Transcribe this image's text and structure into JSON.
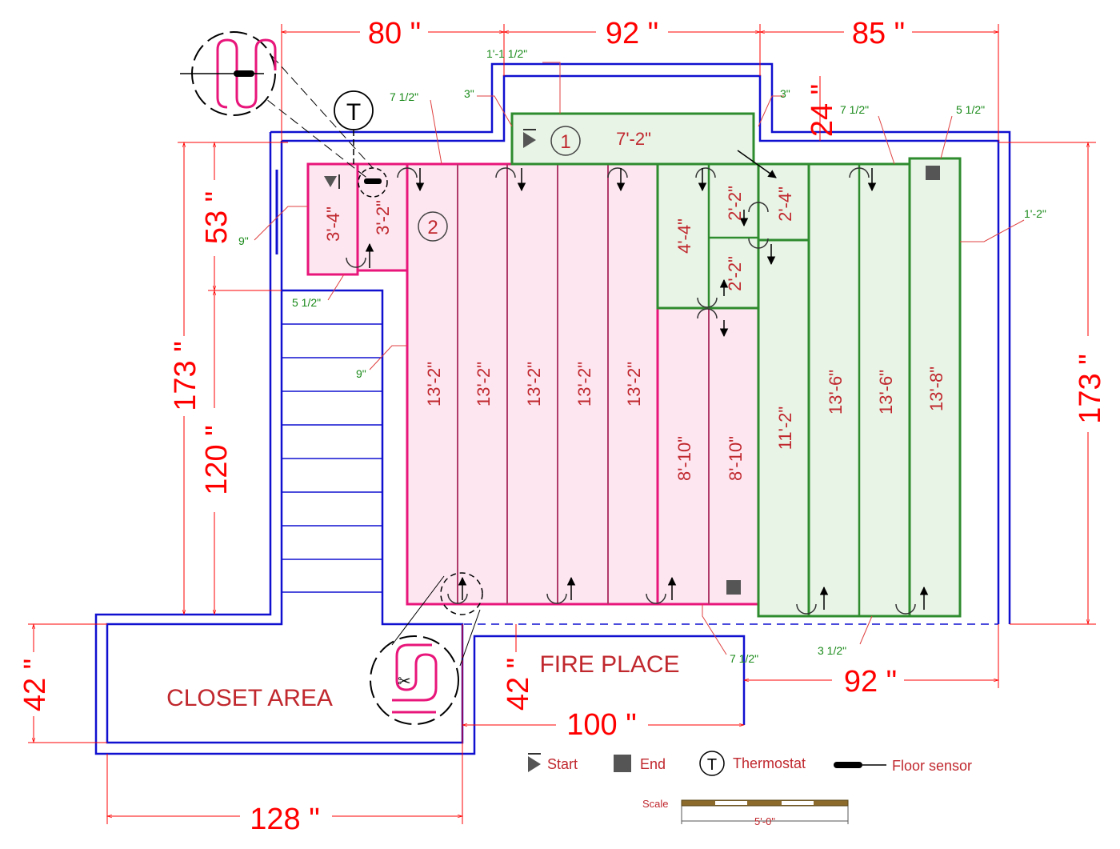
{
  "dimensions": {
    "top": [
      "80 \"",
      "92 \"",
      "85 \""
    ],
    "left_overall": "173 \"",
    "left_upper": "53 \"",
    "left_lower": "120 \"",
    "right_overall": "173 \"",
    "alcove_depth": "24 \"",
    "closet_height": "42 \"",
    "closet_width": "128 \"",
    "fireplace_depth": "42 \"",
    "fireplace_width": "100 \"",
    "bottom_right": "92 \""
  },
  "offsets": {
    "alcove_top": "1'-1 1/2\"",
    "alcove_left": "3\"",
    "alcove_right": "3\"",
    "pink_top": "7 1/2\"",
    "green_top": "7 1/2\"",
    "right_top": "5 1/2\"",
    "right_side": "1'-2\"",
    "left_wall": "9\"",
    "small_bottom": "5 1/2\"",
    "stair_side": "9\"",
    "pink_bottom": "7 1/2\"",
    "green_bottom": "3 1/2\""
  },
  "zones": {
    "zone1_number": "1",
    "zone2_number": "2"
  },
  "runs": {
    "alcove": "7'-2\"",
    "small_a": "3'-4\"",
    "small_b": "3'-2\"",
    "pink_full": [
      "13'-2\"",
      "13'-2\"",
      "13'-2\"",
      "13'-2\"",
      "13'-2\""
    ],
    "pink_short": [
      "8'-10\"",
      "8'-10\""
    ],
    "green_4_4": "4'-4\"",
    "green_2_2_a": "2'-2\"",
    "green_2_2_b": "2'-2\"",
    "green_2_4": "2'-4\"",
    "green_11_2": "11'-2\"",
    "green_full": [
      "13'-6\"",
      "13'-6\"",
      "13'-8\""
    ]
  },
  "areas": {
    "closet": "CLOSET AREA",
    "fireplace": "FIRE PLACE"
  },
  "thermostat_symbol": "T",
  "legend": {
    "start": "Start",
    "end": "End",
    "thermostat": "Thermostat",
    "floor_sensor": "Floor sensor"
  },
  "scale": {
    "label": "Scale",
    "length": "5'-0\""
  },
  "colors": {
    "wall": "#1010d0",
    "dimension": "#ff0000",
    "zone_pink_stroke": "#e8157a",
    "zone_pink_fill": "#fde6f0",
    "zone_green_stroke": "#2e8b2e",
    "zone_green_fill": "#e8f4e6",
    "label": "#c0282e",
    "small_dim": "#1a8a1a"
  }
}
